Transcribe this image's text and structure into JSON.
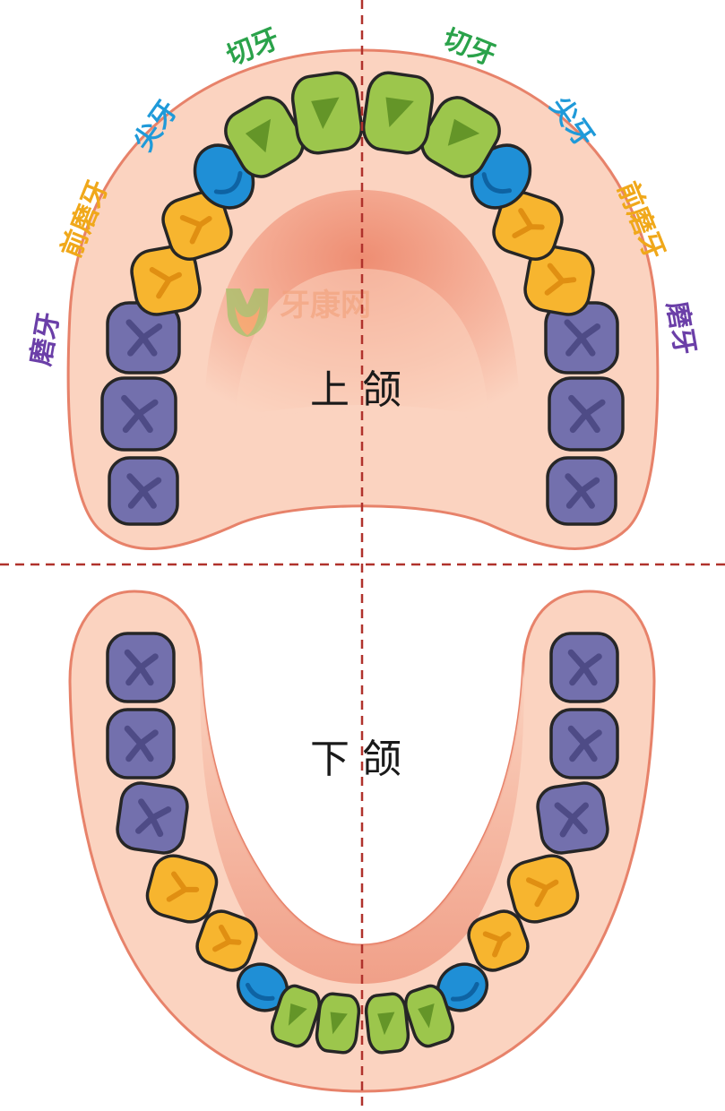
{
  "colors": {
    "molar": "#7370ad",
    "molar_mark": "#4e4b86",
    "premolar": "#f7b52f",
    "premolar_mark": "#e08f12",
    "canine": "#1f8fd6",
    "canine_mark": "#0e63a3",
    "incisor": "#9cc64c",
    "incisor_mark": "#5e8f25",
    "gum": "#fbd3c0",
    "gum_edge": "#e7826a",
    "palate": "#f29c80",
    "divider": "#b0322c"
  },
  "upper_jaw": {
    "label": "上颌",
    "tooth_labels": {
      "incisor_left": "切牙",
      "incisor_right": "切牙",
      "canine_left": "尖牙",
      "canine_right": "尖牙",
      "premolar_left": "前磨牙",
      "premolar_right": "前磨牙",
      "molar_left": "磨牙",
      "molar_right": "磨牙"
    }
  },
  "lower_jaw": {
    "label": "下颌"
  },
  "watermark": {
    "text": "牙康网"
  }
}
